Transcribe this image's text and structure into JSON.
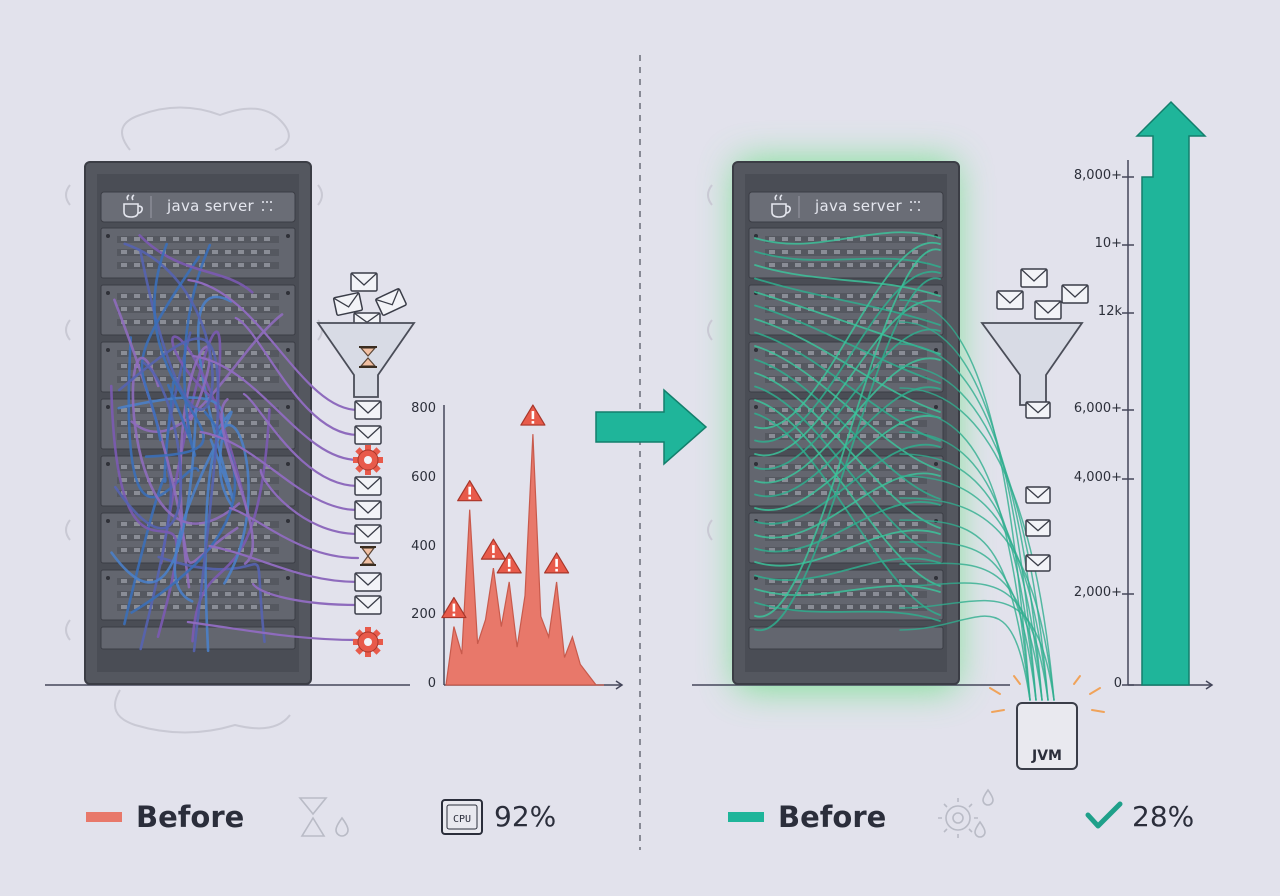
{
  "left_panel": {
    "server_label": "java server",
    "chart": {
      "y_ticks": [
        "800",
        "600",
        "400",
        "200",
        "0"
      ]
    },
    "legend_label": "Before",
    "legend_color": "#e8786a",
    "cpu_chip_label": "CPU",
    "stat_value": "92%"
  },
  "right_panel": {
    "server_label": "java server",
    "chart": {
      "y_ticks": [
        "8,000+",
        "10+",
        "12k",
        "6,000+",
        "4,000+",
        "2,000+",
        "0"
      ]
    },
    "jvm_label": "JVM",
    "legend_label": "Before",
    "legend_color": "#1fb59a",
    "stat_value": "28%"
  },
  "colors": {
    "background": "#e2e2ec",
    "rack": "#54575f",
    "warning": "#e85a4a",
    "teal": "#1fb59a",
    "glow": "#5fe07a"
  },
  "chart_data": [
    {
      "type": "area",
      "y_ticks": [
        "800",
        "600",
        "400",
        "200",
        "0"
      ],
      "x": [
        0,
        1,
        2,
        3,
        4,
        5,
        6,
        7,
        8,
        9,
        10,
        11,
        12,
        13,
        14,
        15,
        16,
        17,
        18,
        19,
        20
      ],
      "values": [
        0,
        170,
        90,
        510,
        120,
        190,
        340,
        170,
        300,
        110,
        260,
        730,
        200,
        140,
        300,
        80,
        140,
        60,
        30,
        0,
        0
      ]
    },
    {
      "type": "bar",
      "y_ticks": [
        "8,000+",
        "10+",
        "12k",
        "6,000+",
        "4,000+",
        "2,000+",
        "0"
      ],
      "values": [
        8000
      ]
    }
  ]
}
